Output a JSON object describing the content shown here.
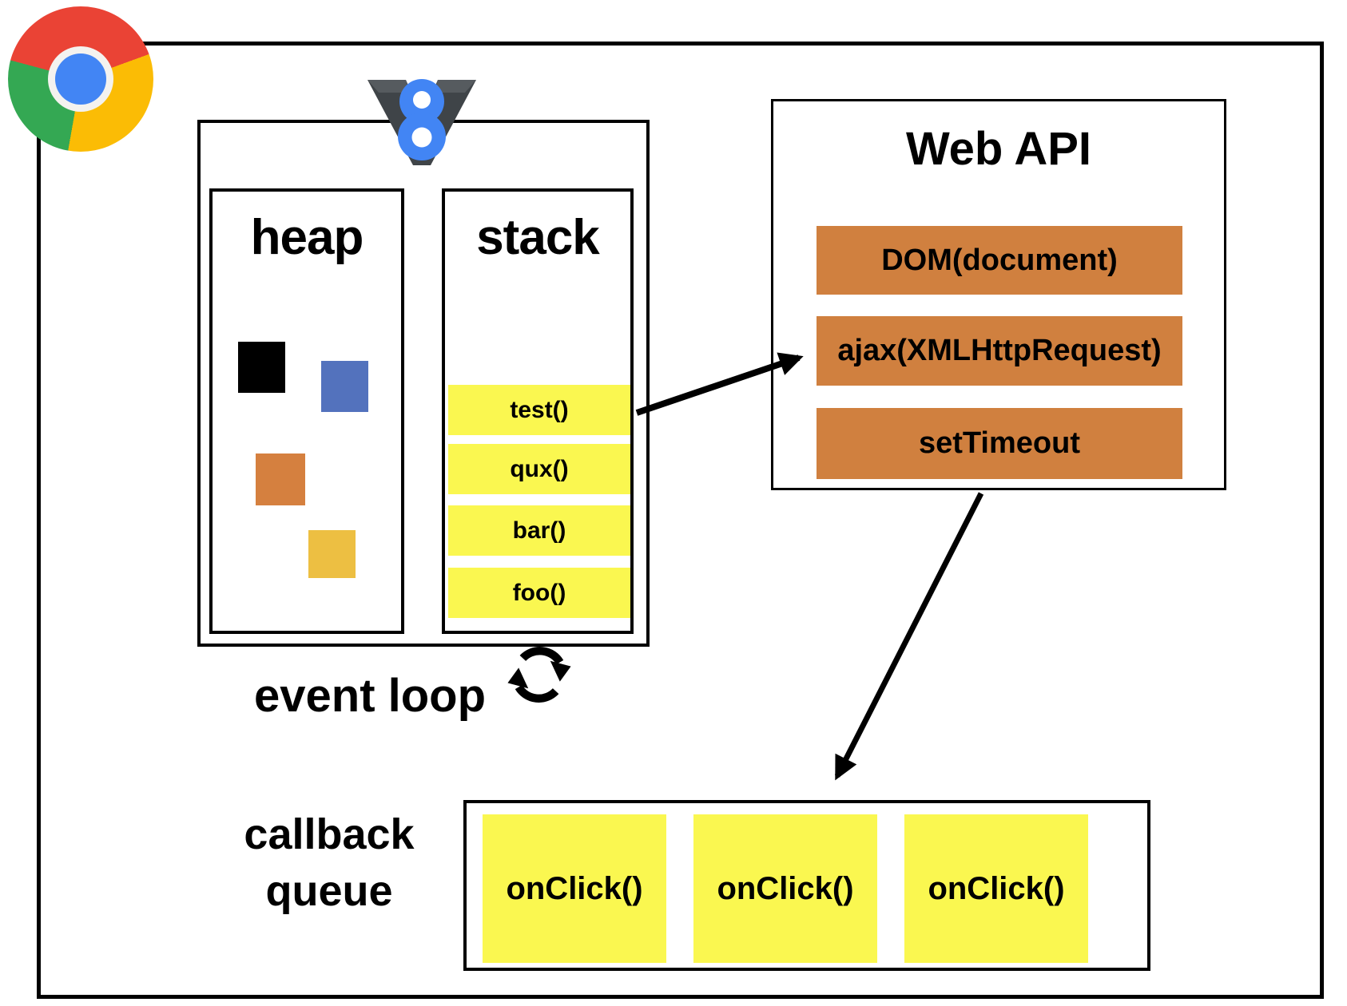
{
  "icons": {
    "chrome": "chrome-logo",
    "v8": "v8-engine-logo",
    "event_loop": "clockwise-cycle-arrows-icon"
  },
  "colors": {
    "frame_yellow": "#FAF750",
    "api_orange": "#D0803F",
    "chrome_red": "#EA4335",
    "chrome_yellow": "#FBBC05",
    "chrome_green": "#34A853",
    "chrome_blue": "#4285F4"
  },
  "runtime": {
    "heap": {
      "label": "heap",
      "objects": [
        {
          "color": "#000000"
        },
        {
          "color": "#5372BD"
        },
        {
          "color": "#D5803F"
        },
        {
          "color": "#EDBF42"
        }
      ]
    },
    "stack": {
      "label": "stack",
      "frames": [
        "test()",
        "qux()",
        "bar()",
        "foo()"
      ]
    }
  },
  "web_api": {
    "title": "Web API",
    "items": [
      "DOM(document)",
      "ajax(XMLHttpRequest)",
      "setTimeout"
    ]
  },
  "event_loop": {
    "label": "event loop"
  },
  "callback_queue": {
    "label_line1": "callback",
    "label_line2": "queue",
    "items": [
      "onClick()",
      "onClick()",
      "onClick()"
    ]
  }
}
